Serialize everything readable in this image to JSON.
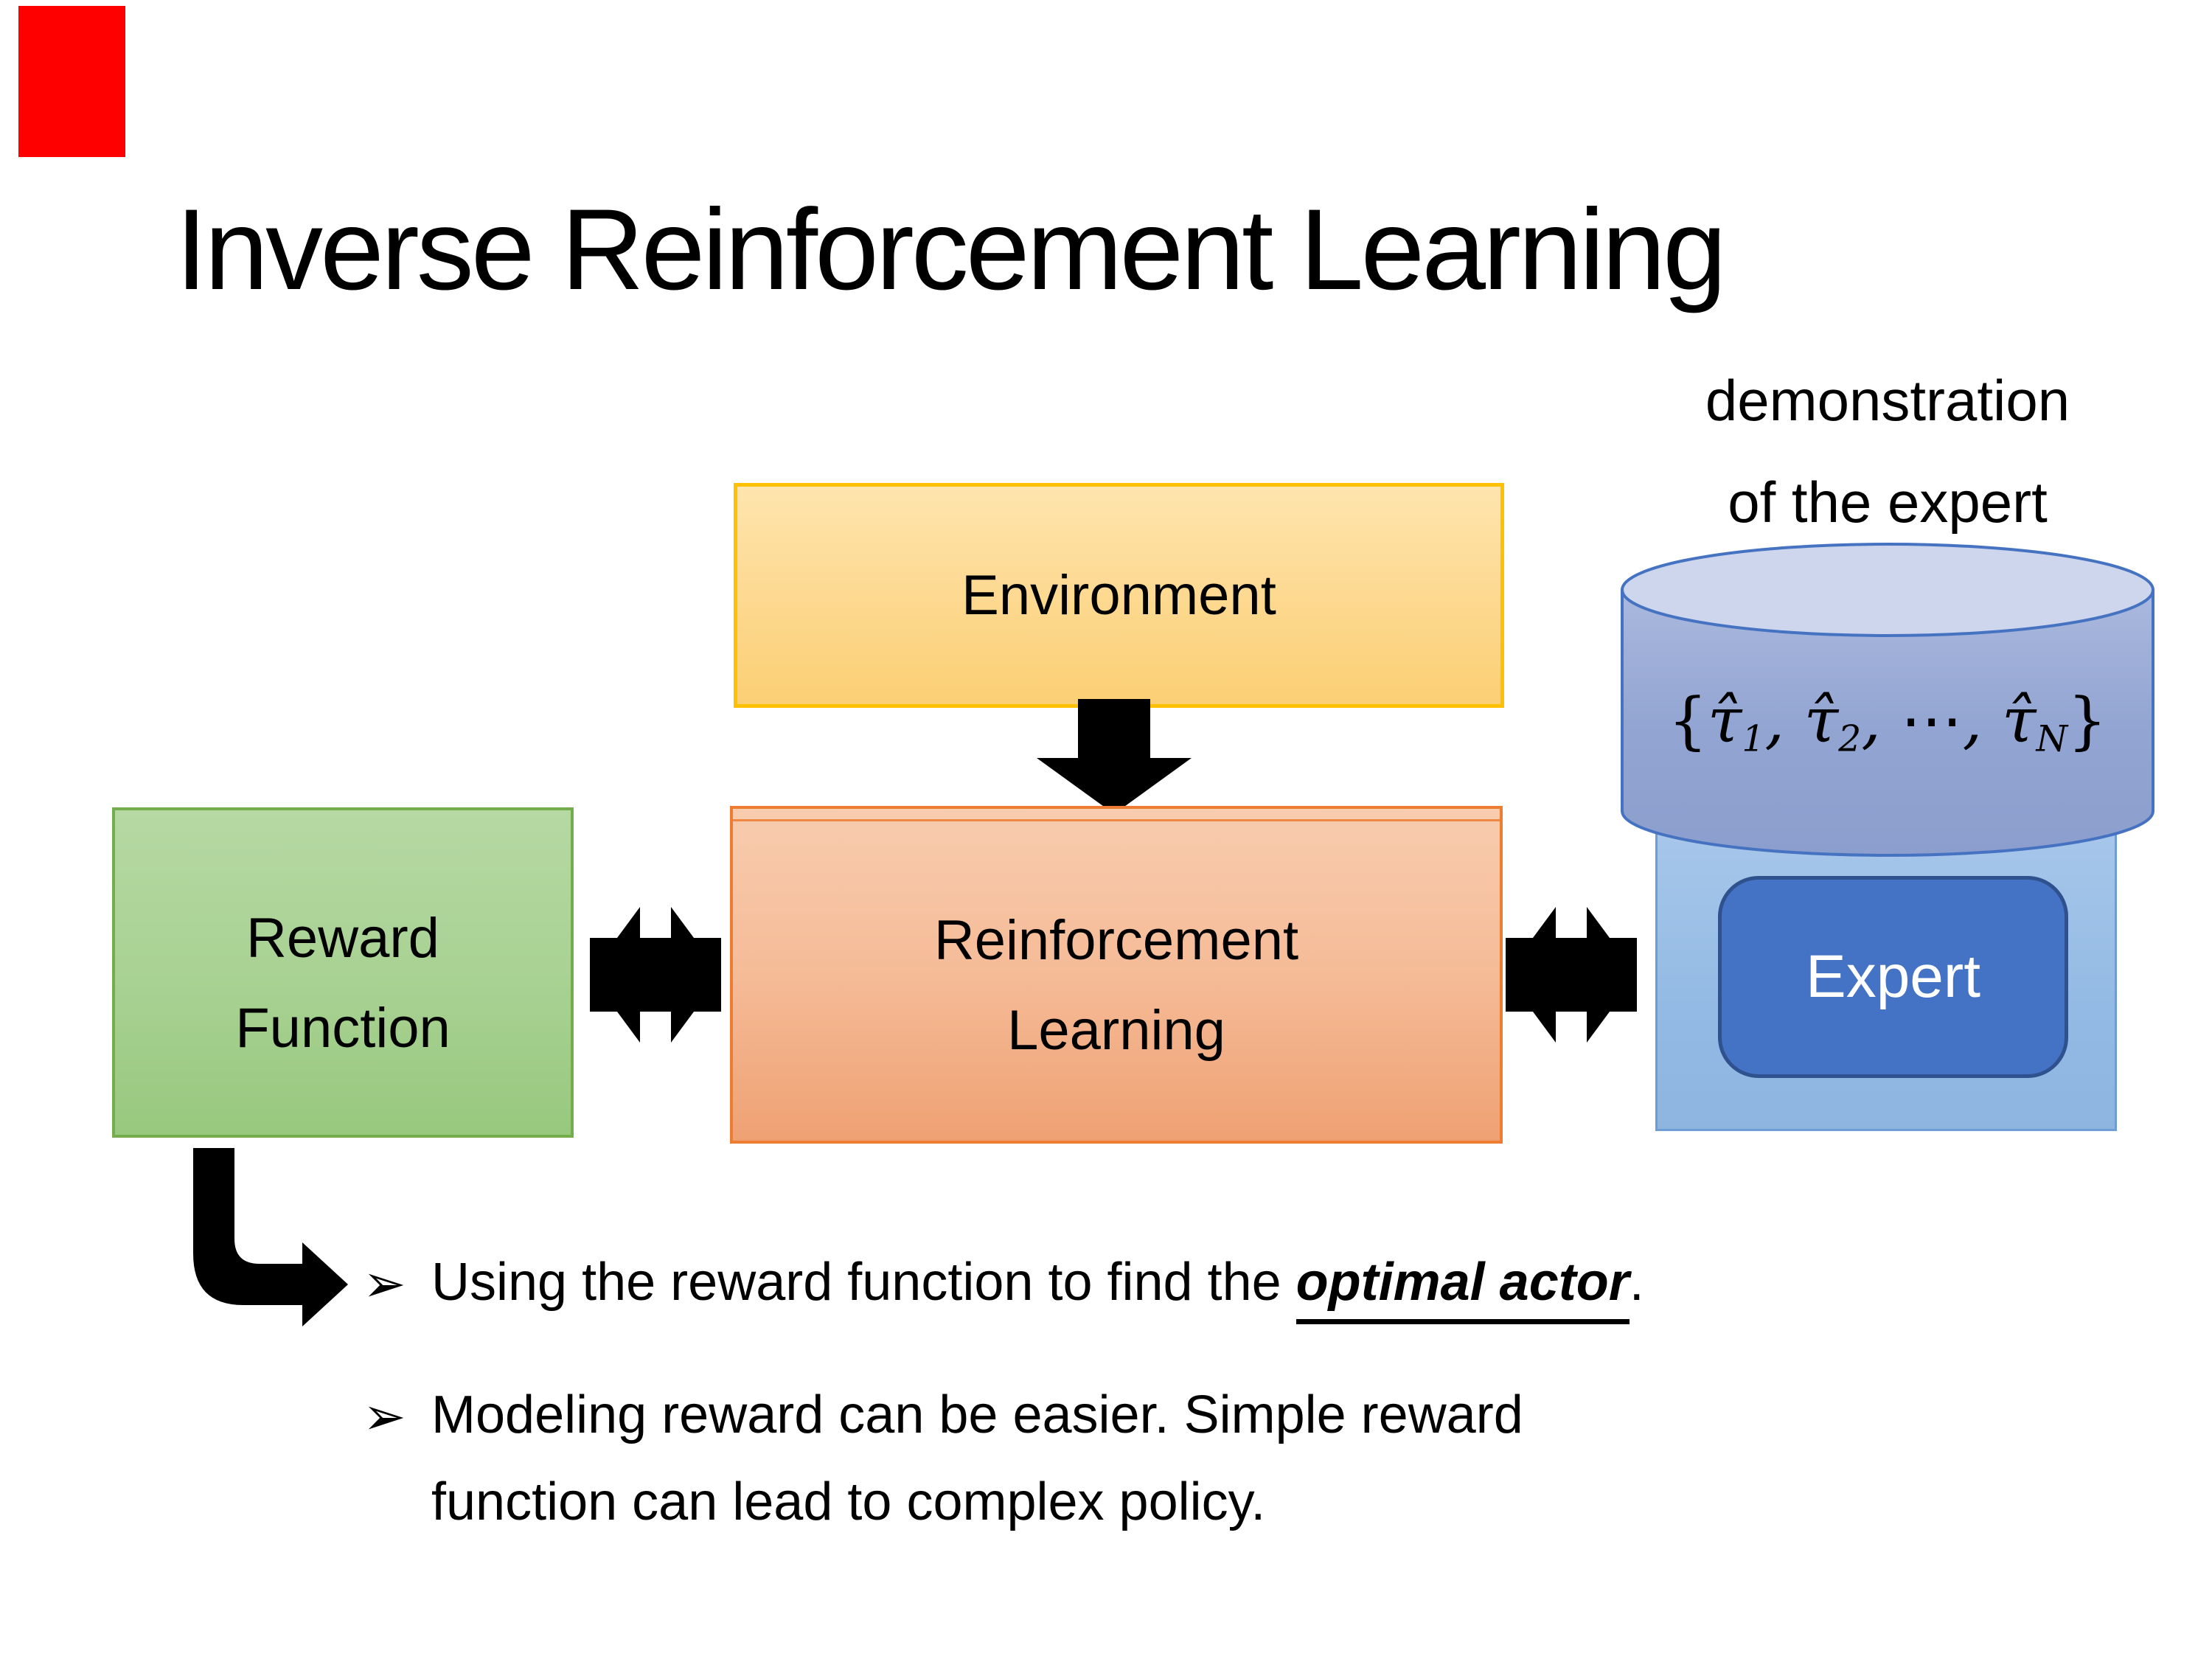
{
  "slide": {
    "title": "Inverse Reinforcement Learning",
    "demo_label": {
      "line1": "demonstration",
      "line2": "of the expert"
    },
    "boxes": {
      "environment": {
        "label": "Environment"
      },
      "reward_function": {
        "line1": "Reward",
        "line2": "Function"
      },
      "reinforcement_learning": {
        "line1": "Reinforcement",
        "line2": "Learning"
      },
      "expert": {
        "label": "Expert"
      }
    },
    "formula": {
      "open": "{",
      "tau1": "τ̂",
      "sub1": "1",
      "comma1": ", ",
      "tau2": "τ̂",
      "sub2": "2",
      "comma2": ", ",
      "dots": "⋯",
      "comma3": ", ",
      "tauN": "τ̂",
      "subN": "N",
      "close": "}"
    },
    "bullets": {
      "marker": "➢",
      "bullet1": {
        "pre": "Using the reward function to find the ",
        "emphasis": "optimal actor",
        "post": "."
      },
      "bullet2": {
        "line1": "Modeling reward can be easier. Simple reward",
        "line2": "function can lead to complex policy."
      }
    }
  },
  "colors": {
    "environment_fill": "#FDDA94",
    "environment_border": "#FFC000",
    "reward_fill": "#A9D294",
    "reward_border": "#74AD4C",
    "rl_fill": "#F5BB97",
    "rl_border": "#ED7D31",
    "cylinder_body": "#93A5D2",
    "cylinder_top": "#CDD6EC",
    "cylinder_border": "#4673C1",
    "expert_container_fill": "#93BAE4",
    "expert_container_border": "#6E9CD4",
    "expert_btn_fill": "#4472C4",
    "expert_btn_border": "#2F528F",
    "arrow_color": "#000000",
    "red_marker": "#FE0000"
  }
}
